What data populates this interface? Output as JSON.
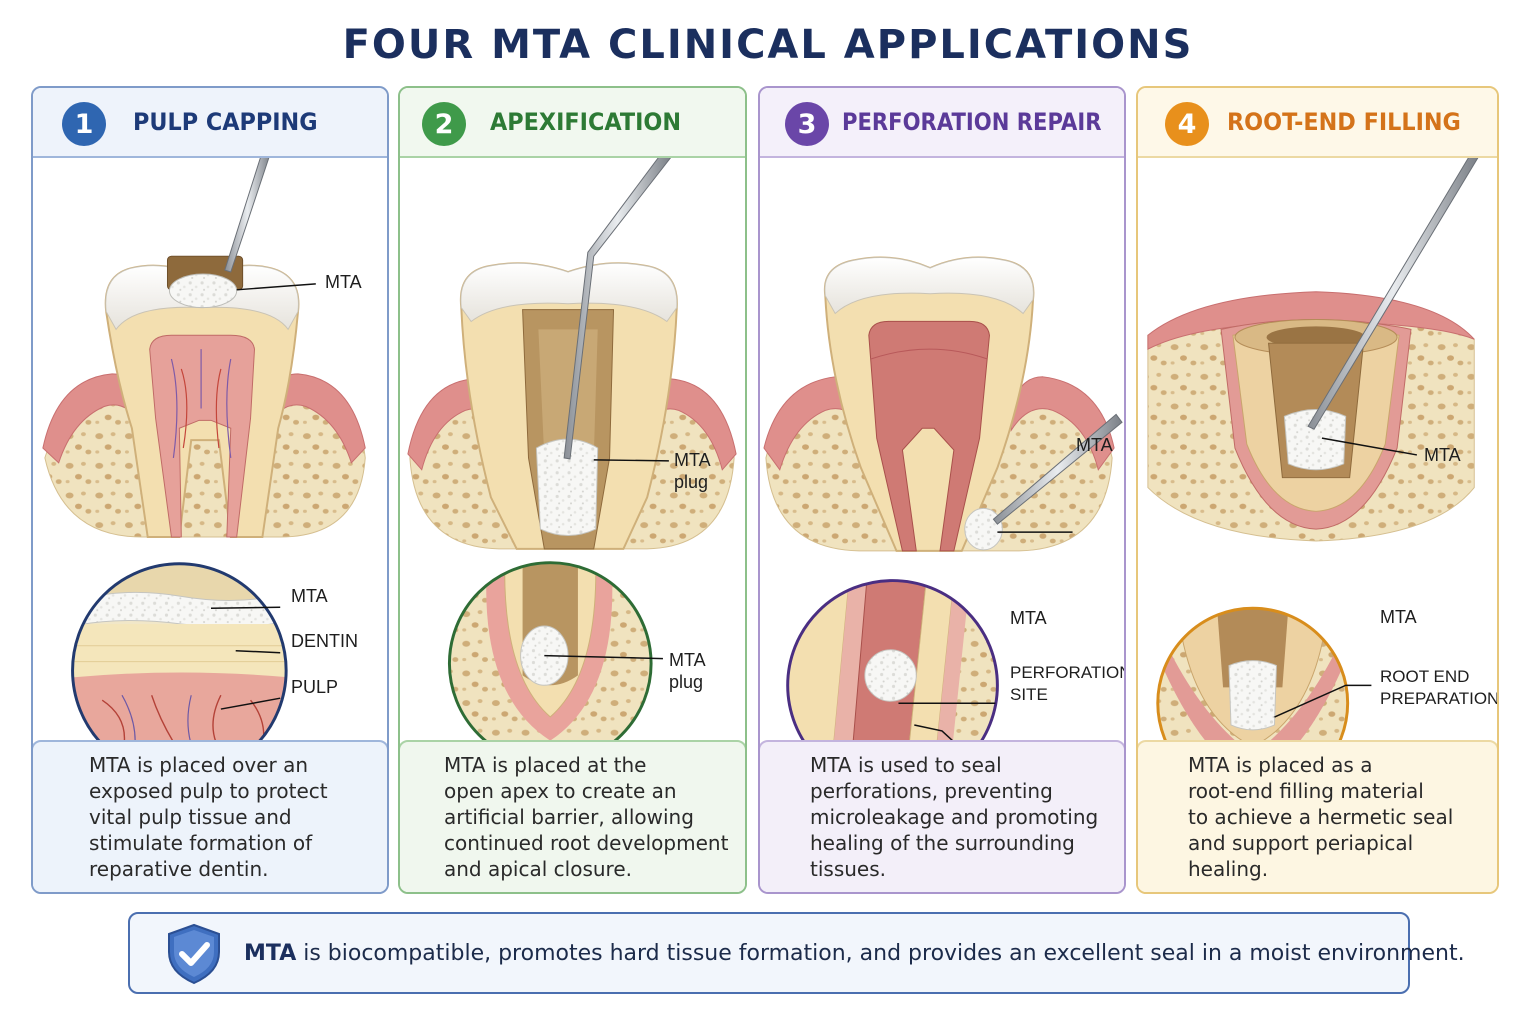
{
  "title": "FOUR MTA CLINICAL APPLICATIONS",
  "colors": {
    "title": "#1b2f5e",
    "blue": "#2f66b1",
    "green": "#3f9a4a",
    "purple": "#6a46a8",
    "orange": "#e8901c"
  },
  "panels": [
    {
      "number": "1",
      "heading": "PULP CAPPING",
      "labels": {
        "main": "MTA",
        "zoom_1": "MTA",
        "zoom_2": "DENTIN",
        "zoom_3": "PULP"
      },
      "description": [
        "MTA is placed over an",
        "exposed pulp to protect",
        "vital pulp tissue and",
        "stimulate formation of",
        "reparative dentin."
      ]
    },
    {
      "number": "2",
      "heading": "APEXIFICATION",
      "labels": {
        "main_1": "MTA",
        "main_2": "plug",
        "zoom_1": "MTA",
        "zoom_2": "plug"
      },
      "description": [
        "MTA is placed at the",
        "open apex to create an",
        "artificial barrier, allowing",
        "continued root development",
        "and apical closure."
      ]
    },
    {
      "number": "3",
      "heading": "PERFORATION REPAIR",
      "labels": {
        "main": "MTA",
        "zoom_1": "MTA",
        "zoom_2": "PERFORATION",
        "zoom_3": "SITE"
      },
      "description": [
        "MTA is used to seal",
        "perforations, preventing",
        "microleakage and promoting",
        "healing of the surrounding",
        "tissues."
      ]
    },
    {
      "number": "4",
      "heading": "ROOT-END FILLING",
      "labels": {
        "main": "MTA",
        "zoom_1": "MTA",
        "zoom_2": "ROOT END",
        "zoom_3": "PREPARATION"
      },
      "description": [
        "MTA is placed as a",
        "root-end filling material",
        "to achieve a hermetic seal",
        "and support periapical",
        "healing."
      ]
    }
  ],
  "footer": {
    "icon": "shield-check-icon",
    "bold": "MTA",
    "text": " is biocompatible, promotes hard tissue formation, and provides an excellent seal in a moist environment."
  }
}
